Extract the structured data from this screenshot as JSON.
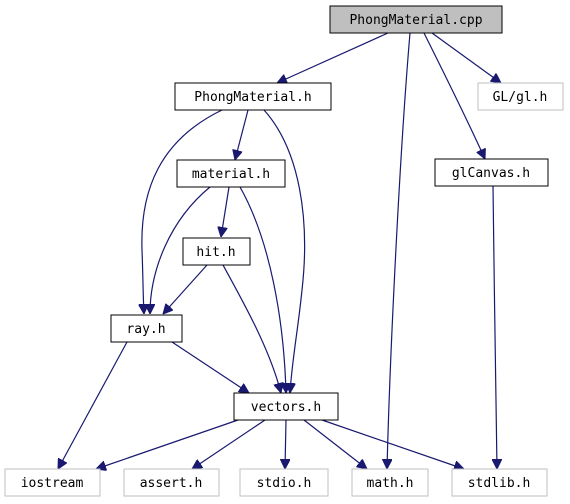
{
  "diagram": {
    "colors": {
      "edge": "#191970",
      "root_fill": "#bfbfbf",
      "file_border": "#000000",
      "system_border": "#bfbfbf"
    },
    "nodes": {
      "phongmaterial_cpp": "PhongMaterial.cpp",
      "phongmaterial_h": "PhongMaterial.h",
      "gl_gl_h": "GL/gl.h",
      "material_h": "material.h",
      "glcanvas_h": "glCanvas.h",
      "hit_h": "hit.h",
      "ray_h": "ray.h",
      "vectors_h": "vectors.h",
      "iostream": "iostream",
      "assert_h": "assert.h",
      "stdio_h": "stdio.h",
      "math_h": "math.h",
      "stdlib_h": "stdlib.h"
    }
  }
}
